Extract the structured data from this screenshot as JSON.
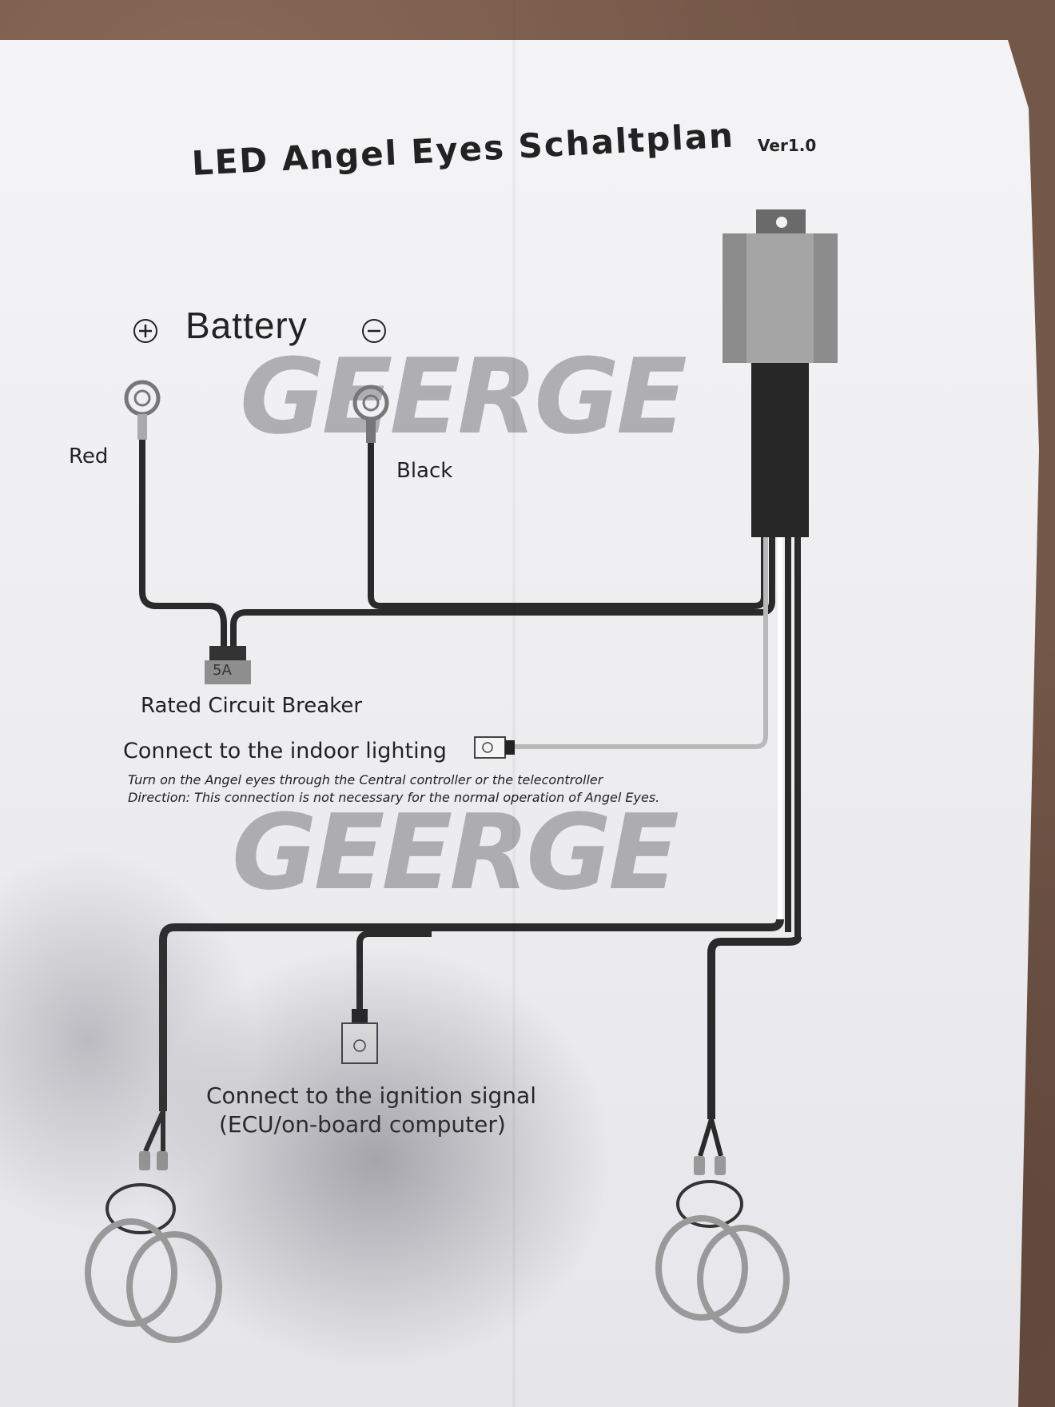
{
  "document": {
    "title": "LED Angel Eyes Schaltplan",
    "version": "Ver1.0",
    "battery_label": "Battery",
    "wire_red": "Red",
    "wire_black": "Black",
    "fuse_rating": "5A",
    "fuse_label": "Rated Circuit Breaker",
    "indoor_label": "Connect to the indoor lighting",
    "note_line_1": "Turn on the Angel eyes through the Central controller or the telecontroller",
    "note_line_2": "Direction: This connection is not necessary for the normal operation of Angel Eyes.",
    "ignition_line_1": "Connect to the ignition signal",
    "ignition_line_2": "(ECU/on-board computer)",
    "watermark": "GEERGE"
  },
  "icons": [
    "plus-terminal-icon",
    "minus-terminal-icon",
    "ring-terminal-icon",
    "relay-icon",
    "fuse-icon",
    "connector-icon",
    "angel-eye-ring-icon"
  ],
  "colors": {
    "paper": "#f0f0f3",
    "wire": "#2a2a2a",
    "relay": "#9a9a9a",
    "watermark": "#8a8a8f"
  }
}
